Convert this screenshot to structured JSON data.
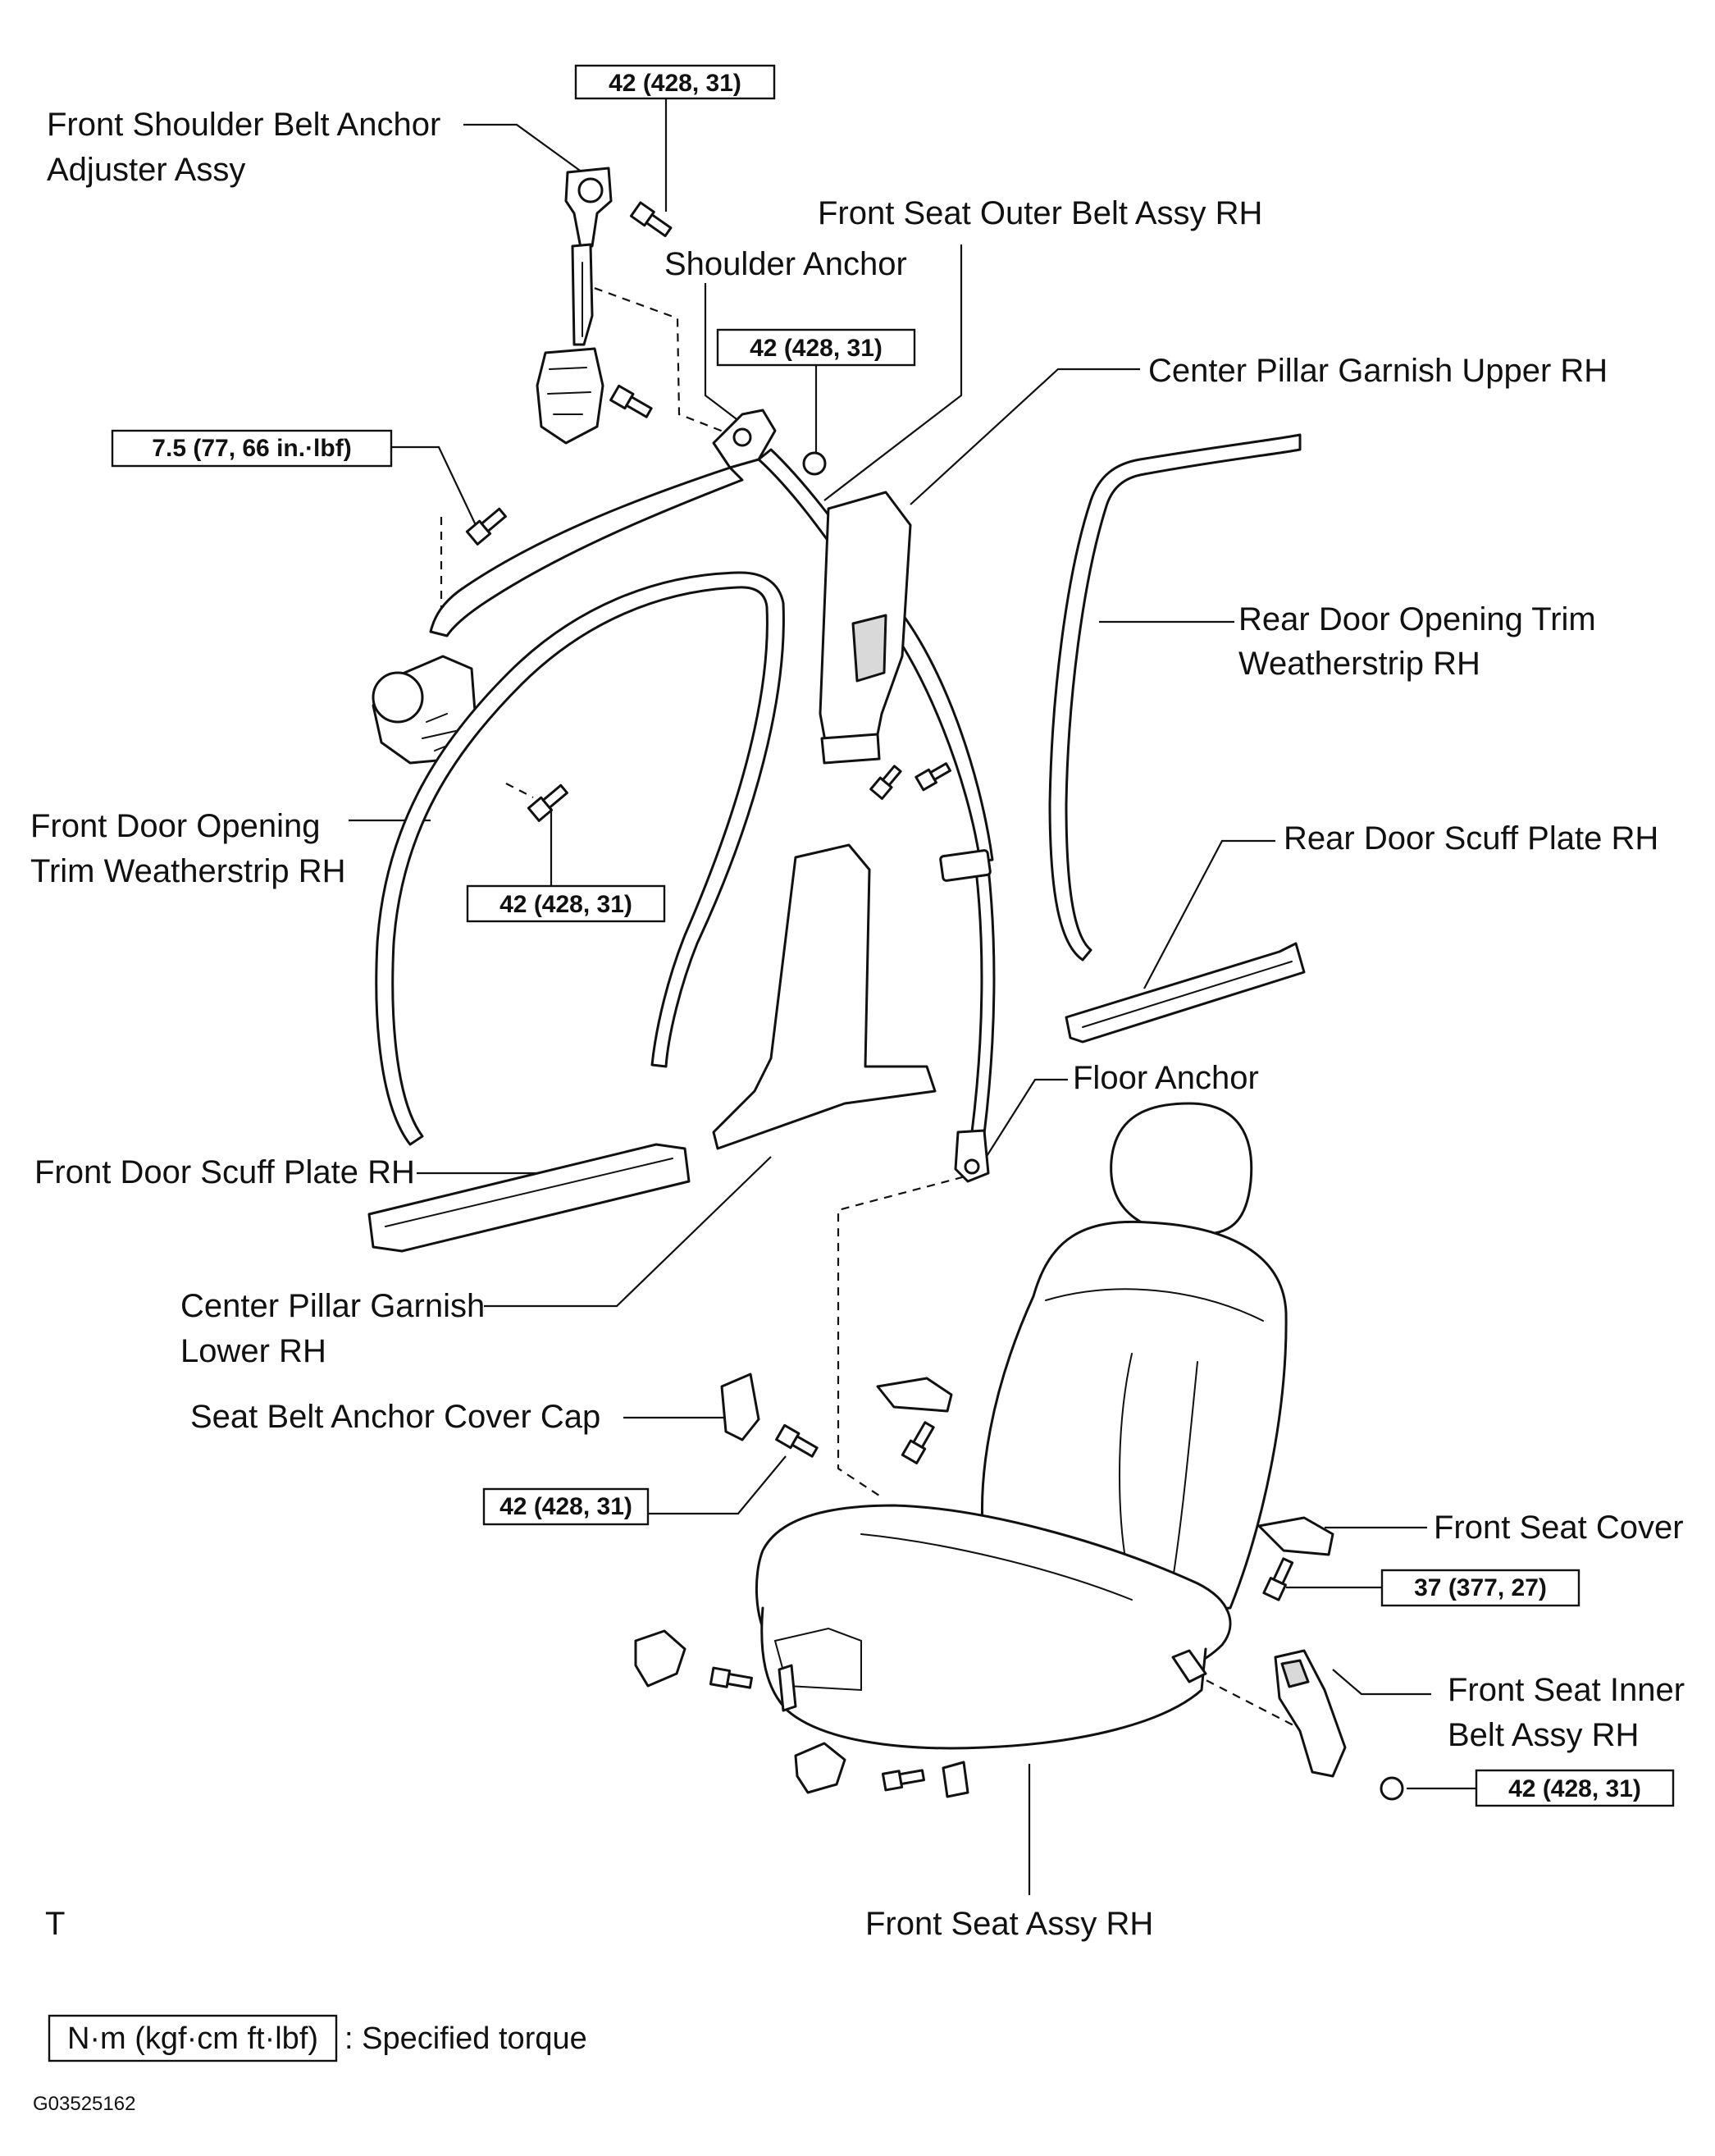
{
  "labels": {
    "front_shoulder_belt_anchor_adjuster_line1": "Front Shoulder Belt Anchor",
    "front_shoulder_belt_anchor_adjuster_line2": "Adjuster Assy",
    "front_seat_outer_belt": "Front Seat Outer Belt Assy RH",
    "shoulder_anchor": "Shoulder Anchor",
    "center_pillar_garnish_upper": "Center Pillar Garnish Upper RH",
    "rear_door_opening_trim_line1": "Rear Door Opening Trim",
    "rear_door_opening_trim_line2": "Weatherstrip RH",
    "rear_door_scuff_plate": "Rear Door Scuff Plate RH",
    "front_door_opening_trim_line1": "Front Door Opening",
    "front_door_opening_trim_line2": "Trim Weatherstrip RH",
    "floor_anchor": "Floor Anchor",
    "front_door_scuff_plate": "Front Door Scuff Plate RH",
    "center_pillar_garnish_lower_line1": "Center Pillar Garnish",
    "center_pillar_garnish_lower_line2": "Lower RH",
    "seat_belt_anchor_cover_cap": "Seat Belt Anchor Cover Cap",
    "front_seat_cover": "Front Seat Cover",
    "front_seat_inner_belt_line1": "Front Seat Inner",
    "front_seat_inner_belt_line2": "Belt Assy RH",
    "front_seat_assy": "Front Seat Assy RH",
    "corner_mark": "T"
  },
  "torque_specs": {
    "adjuster_bolt": "42 (428, 31)",
    "shoulder_anchor_nut": "42 (428, 31)",
    "retractor_upper_bolt": "7.5 (77, 66 in.·lbf)",
    "retractor_lower_bolt": "42 (428, 31)",
    "floor_anchor_bolt": "42 (428, 31)",
    "seat_bolt": "37 (377, 27)",
    "inner_belt_nut": "42 (428, 31)"
  },
  "legend": {
    "unit_box": "N·m (kgf·cm ft·lbf)",
    "meaning": ": Specified torque"
  },
  "figure_id": "G03525162"
}
